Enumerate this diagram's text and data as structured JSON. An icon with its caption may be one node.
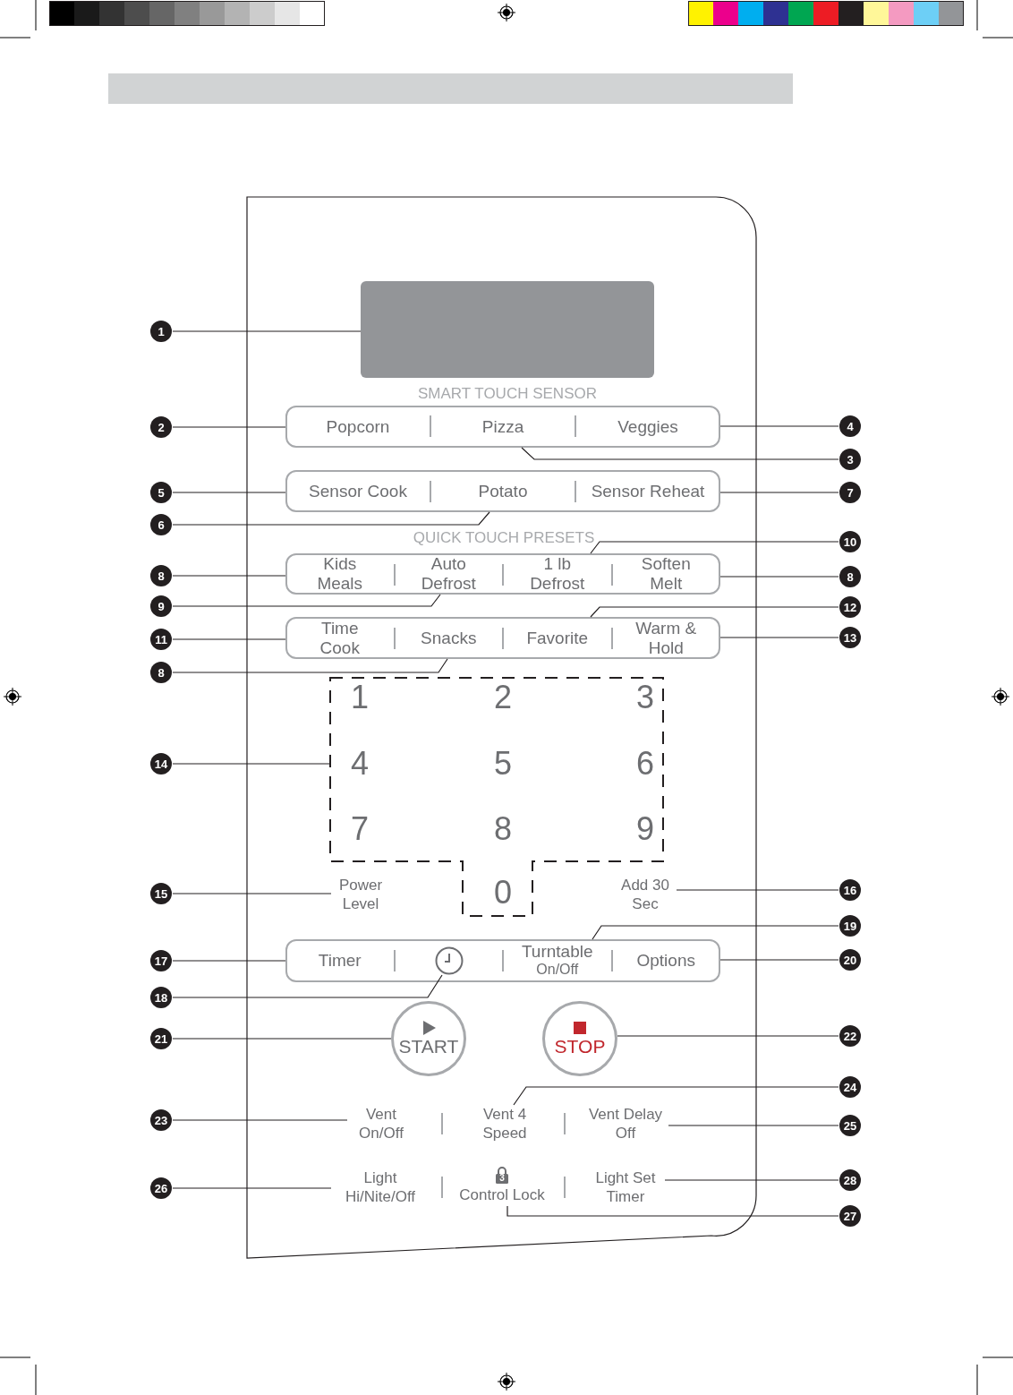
{
  "diagram": {
    "nodes": [
      {
        "text": [],
        "shape": "box"
      },
      {
        "text": [
          "1"
        ]
      },
      {
        "text": [
          "Popcorn"
        ]
      },
      {
        "text": [
          "Pizza"
        ]
      },
      {
        "text": [
          "Veggies"
        ]
      },
      {
        "text": [
          "2"
        ]
      },
      {
        "text": [
          "4"
        ]
      },
      {
        "text": [
          "3"
        ]
      },
      {
        "text": [
          "Sensor Cook"
        ]
      },
      {
        "text": [
          "Potato"
        ]
      },
      {
        "text": [
          "Sensor Reheat"
        ]
      },
      {
        "text": [
          "5"
        ]
      },
      {
        "text": [
          "7"
        ]
      },
      {
        "text": [
          "6"
        ]
      },
      {
        "text": [
          "Kids Meals"
        ]
      },
      {
        "text": [
          "Auto Defrost"
        ]
      },
      {
        "text": [
          "1 lb Defrost"
        ]
      },
      {
        "text": [
          "Soften Melt"
        ]
      },
      {
        "text": [
          "10"
        ]
      },
      {
        "text": [
          "8"
        ]
      },
      {
        "text": [
          "8"
        ]
      },
      {
        "text": [
          "9"
        ]
      },
      {
        "text": [
          "Time Cook"
        ]
      },
      {
        "text": [
          "Snacks"
        ]
      },
      {
        "text": [
          "Favorite"
        ]
      },
      {
        "text": [
          "Warm & Hold"
        ]
      },
      {
        "text": [
          "12"
        ]
      },
      {
        "text": [
          "11"
        ]
      },
      {
        "text": [
          "13"
        ]
      },
      {
        "text": [
          "8"
        ]
      },
      {
        "text": [],
        "shape": "box"
      },
      {
        "text": [
          "1"
        ],
        "in": 30
      },
      {
        "text": [
          "2"
        ],
        "in": 30
      },
      {
        "text": [
          "3"
        ],
        "in": 30
      },
      {
        "text": [
          "4"
        ],
        "in": 30
      },
      {
        "text": [
          "5"
        ],
        "in": 30
      },
      {
        "text": [
          "6"
        ],
        "in": 30
      },
      {
        "text": [
          "7"
        ],
        "in": 30
      },
      {
        "text": [
          "8"
        ],
        "in": 30
      },
      {
        "text": [
          "9"
        ],
        "in": 30
      },
      {
        "text": [
          "0"
        ],
        "in": 30
      },
      {
        "text": [
          "14"
        ]
      },
      {
        "text": [
          "Power Level"
        ]
      },
      {
        "text": [
          "Add 30 Sec"
        ]
      },
      {
        "text": [
          "15"
        ]
      },
      {
        "text": [
          "16"
        ]
      },
      {
        "text": [
          "19"
        ]
      },
      {
        "text": [
          "Timer"
        ]
      },
      {
        "text": [],
        "shape": "circle"
      },
      {
        "text": [
          "Turntable",
          "On/Off"
        ]
      },
      {
        "text": [
          "Options"
        ]
      },
      {
        "text": [
          "17"
        ]
      },
      {
        "text": [
          "20"
        ]
      },
      {
        "text": [
          "18"
        ]
      },
      {
        "text": [
          "START"
        ]
      },
      {
        "text": [
          "STOP"
        ]
      },
      {
        "text": [
          "21"
        ]
      },
      {
        "text": [
          "22"
        ]
      },
      {
        "text": [
          "24"
        ]
      },
      {
        "text": [
          "Vent On/Off"
        ]
      },
      {
        "text": [
          "Vent 4 Speed"
        ]
      },
      {
        "text": [
          "Vent Delay Off"
        ]
      },
      {
        "text": [
          "23"
        ]
      },
      {
        "text": [
          "25"
        ]
      },
      {
        "text": [
          "Light Hi/Nite/Off"
        ]
      },
      {
        "text": [
          "Control Lock"
        ]
      },
      {
        "text": [
          "Light Set Timer"
        ]
      },
      {
        "text": [
          "26"
        ]
      },
      {
        "text": [
          "28"
        ]
      },
      {
        "text": [
          "27"
        ]
      }
    ],
    "edges": [
      {
        "from": 1,
        "to": 0,
        "arrow": "none"
      },
      {
        "from": 5,
        "to": 2,
        "arrow": "none"
      },
      {
        "from": 6,
        "to": 4,
        "arrow": "none"
      },
      {
        "from": 7,
        "to": 3,
        "arrow": "none"
      },
      {
        "from": 11,
        "to": 8,
        "arrow": "none"
      },
      {
        "from": 12,
        "to": 10,
        "arrow": "none"
      },
      {
        "from": 13,
        "to": 9,
        "arrow": "none"
      },
      {
        "from": 18,
        "to": 16,
        "arrow": "none"
      },
      {
        "from": 19,
        "to": 14,
        "arrow": "none"
      },
      {
        "from": 20,
        "to": 17,
        "arrow": "none"
      },
      {
        "from": 21,
        "to": 15,
        "arrow": "none"
      },
      {
        "from": 26,
        "to": 24,
        "arrow": "none"
      },
      {
        "from": 27,
        "to": 22,
        "arrow": "none"
      },
      {
        "from": 28,
        "to": 25,
        "arrow": "none"
      },
      {
        "from": 29,
        "to": 23,
        "arrow": "none"
      },
      {
        "from": 41,
        "to": 30,
        "arrow": "none"
      },
      {
        "from": 44,
        "to": 42,
        "arrow": "none"
      },
      {
        "from": 45,
        "to": 43,
        "arrow": "none"
      },
      {
        "from": 46,
        "to": 49,
        "arrow": "none"
      },
      {
        "from": 51,
        "to": 47,
        "arrow": "none"
      },
      {
        "from": 52,
        "to": 50,
        "arrow": "none"
      },
      {
        "from": 53,
        "to": 48,
        "arrow": "none"
      },
      {
        "from": 56,
        "to": 54,
        "arrow": "none"
      },
      {
        "from": 57,
        "to": 55,
        "arrow": "none"
      },
      {
        "from": 58,
        "to": 60,
        "arrow": "none"
      },
      {
        "from": 62,
        "to": 59,
        "arrow": "none"
      },
      {
        "from": 63,
        "to": 61,
        "arrow": "none"
      },
      {
        "from": 67,
        "to": 64,
        "arrow": "none"
      },
      {
        "from": 68,
        "to": 66,
        "arrow": "none"
      },
      {
        "from": 69,
        "to": 65,
        "arrow": "none"
      }
    ],
    "labels": [
      "SMART TOUCH SENSOR",
      "QUICK TOUCH PRESETS",
      "3"
    ]
  }
}
